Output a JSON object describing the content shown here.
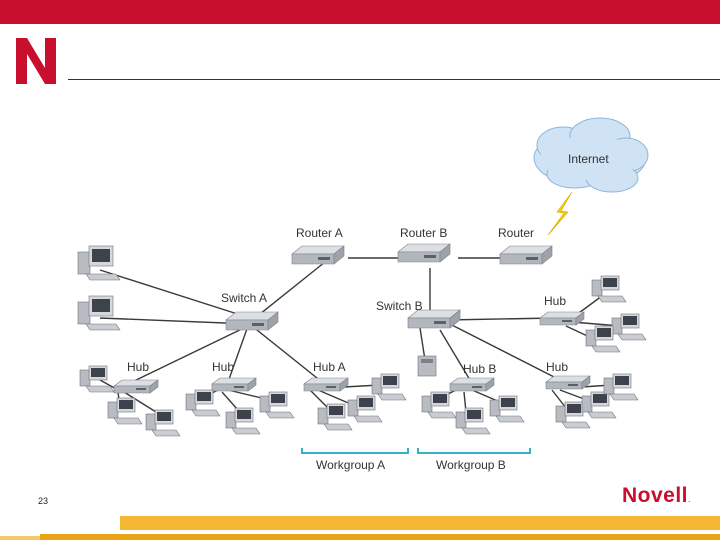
{
  "slide": {
    "number": "23"
  },
  "brand": {
    "name": "Novell",
    "mark": "."
  },
  "colors": {
    "brand_red": "#c8102e",
    "footer_gold": "#f5b731",
    "cloud_blue": "#cfe3f5",
    "bracket": "#35b2c4",
    "lightning": "#f5d000"
  },
  "labels": {
    "internet": "Internet",
    "router_a": "Router A",
    "router_b": "Router B",
    "router": "Router",
    "switch_a": "Switch A",
    "switch_b": "Switch B",
    "hub_left1": "Hub",
    "hub_left2": "Hub",
    "hub_a": "Hub A",
    "hub_b": "Hub B",
    "hub_right_top": "Hub",
    "hub_right_bottom": "Hub",
    "workgroup_a": "Workgroup A",
    "workgroup_b": "Workgroup B"
  }
}
